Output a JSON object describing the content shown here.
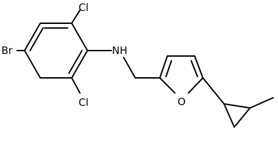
{
  "molecule": {
    "atoms": {
      "cl_top": "Cl",
      "cl_bottom": "Cl",
      "br": "Br",
      "nh": "NH",
      "o": "O"
    },
    "colors": {
      "bond": "#000000",
      "label": "#000000",
      "background": "#ffffff"
    }
  }
}
